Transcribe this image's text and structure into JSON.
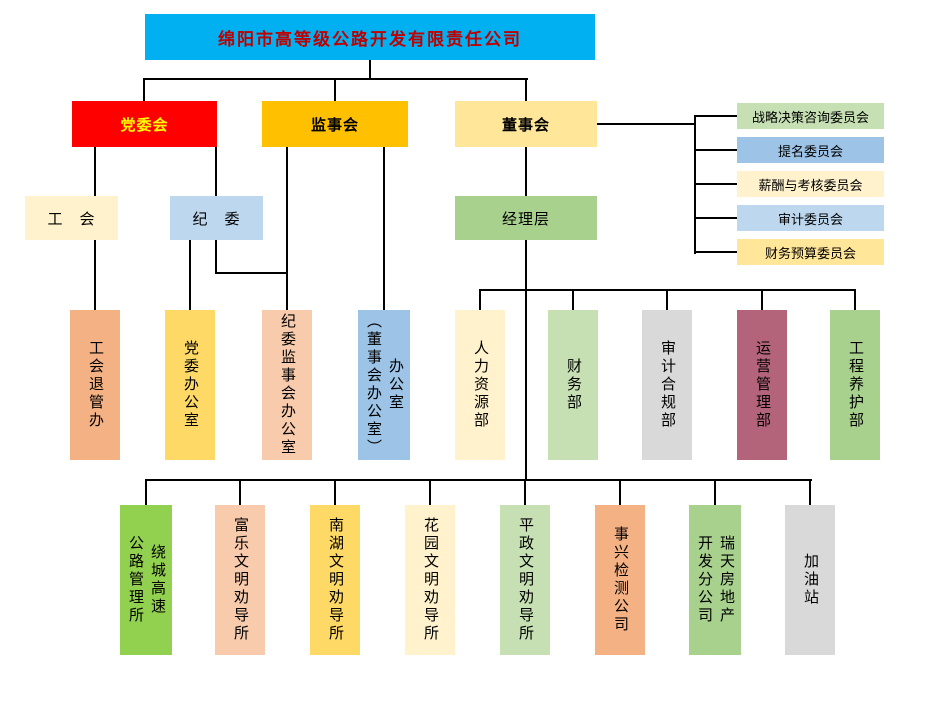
{
  "diagram": {
    "title": {
      "label": "绵阳市高等级公路开发有限责任公司",
      "bg": "#00B0F0",
      "fg": "#C00000"
    },
    "governance": [
      {
        "label": "党委会",
        "bg": "#FF0000",
        "fg": "#FFFF00"
      },
      {
        "label": "监事会",
        "bg": "#FFC000",
        "fg": "#000000"
      },
      {
        "label": "董事会",
        "bg": "#FFE699",
        "fg": "#000000"
      }
    ],
    "board_committees": [
      {
        "label": "战略决策咨询委员会",
        "bg": "#C6E0B4"
      },
      {
        "label": "提名委员会",
        "bg": "#9DC3E6"
      },
      {
        "label": "薪酬与考核委员会",
        "bg": "#FFF2CC"
      },
      {
        "label": "审计委员会",
        "bg": "#BDD7EE"
      },
      {
        "label": "财务预算委员会",
        "bg": "#FFE699"
      }
    ],
    "mid_level": [
      {
        "label": "工　会",
        "bg": "#FFF2CC"
      },
      {
        "label": "纪　委",
        "bg": "#BDD7EE"
      },
      {
        "label": "经理层",
        "bg": "#A9D18E"
      }
    ],
    "departments": [
      {
        "label": "工会退管办",
        "bg": "#F4B183"
      },
      {
        "label": "党委办公室",
        "bg": "#FFD966"
      },
      {
        "label": "纪委监事会办公室",
        "bg": "#F8CBAD"
      },
      {
        "label": "办公室\n（董事会办公室）",
        "bg": "#9DC3E6"
      },
      {
        "label": "人力资源部",
        "bg": "#FFF2CC"
      },
      {
        "label": "财务部",
        "bg": "#C6E0B4"
      },
      {
        "label": "审计合规部",
        "bg": "#D9D9D9"
      },
      {
        "label": "运营管理部",
        "bg": "#B4647A"
      },
      {
        "label": "工程养护部",
        "bg": "#A9D18E"
      }
    ],
    "branches": [
      {
        "label": "绕城高速\n公路管理所",
        "bg": "#92D050"
      },
      {
        "label": "富乐文明劝导所",
        "bg": "#F8CBAD"
      },
      {
        "label": "南湖文明劝导所",
        "bg": "#FFD966"
      },
      {
        "label": "花园文明劝导所",
        "bg": "#FFF2CC"
      },
      {
        "label": "平政文明劝导所",
        "bg": "#C6E0B4"
      },
      {
        "label": "事兴检测公司",
        "bg": "#F4B183"
      },
      {
        "label": "瑞天房地产\n开发分公司",
        "bg": "#A9D18E"
      },
      {
        "label": "加油站",
        "bg": "#D9D9D9"
      }
    ],
    "colors": {
      "connector": "#000000",
      "background": "#FFFFFF"
    }
  }
}
